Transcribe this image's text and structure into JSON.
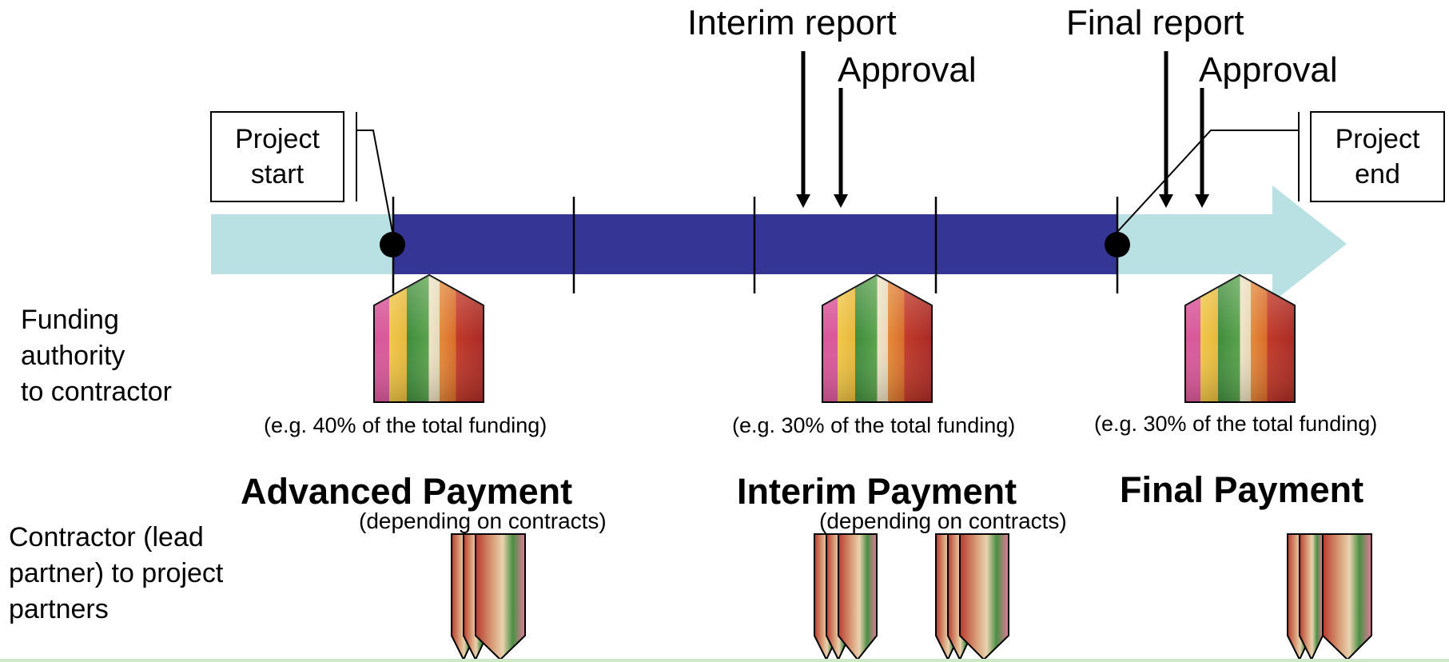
{
  "milestones": {
    "interim_report": "Interim report",
    "interim_approval": "Approval",
    "final_report": "Final report",
    "final_approval": "Approval"
  },
  "boxes": {
    "project_start": [
      "Project",
      "start"
    ],
    "project_end": [
      "Project",
      "end"
    ]
  },
  "side_labels": {
    "funding_authority": [
      "Funding",
      "authority",
      "to contractor"
    ],
    "contractor": [
      "Contractor (lead",
      "partner) to project",
      "partners"
    ]
  },
  "payments": [
    {
      "title": "Advanced Payment",
      "share": "(e.g. 40% of the total funding)",
      "note": "(depending on contracts)"
    },
    {
      "title": "Interim Payment",
      "share": "(e.g. 30% of the total funding)",
      "note": "(depending on contracts)"
    },
    {
      "title": "Final Payment",
      "share": "(e.g. 30% of the total funding)",
      "note": ""
    }
  ],
  "icons": {
    "banknote_stack": "euro-banknotes-icon",
    "partner_notes": "euro-banknotes-stack-icon"
  },
  "colors": {
    "timeline_arrow": "#b9e0e2",
    "project_bar": "#353596",
    "note_pink": "#d84a8c",
    "note_yellow": "#e9c23a",
    "note_green": "#3e8a3a",
    "note_red": "#c0392b",
    "note_orange": "#e48a3a",
    "note_cream": "#efe6d2"
  }
}
